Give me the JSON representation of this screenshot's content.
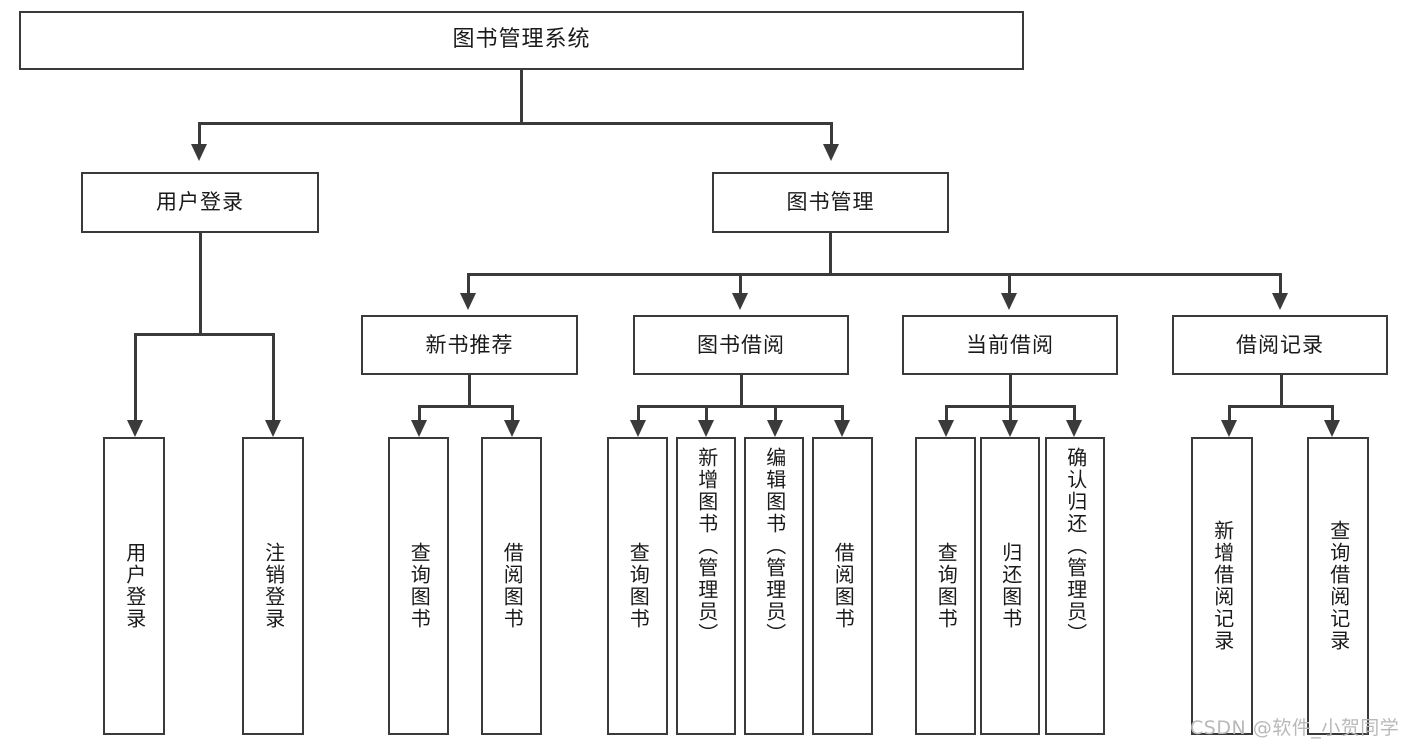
{
  "diagram": {
    "title": "图书管理系统",
    "type": "hierarchy-tree",
    "colors": {
      "stroke": "#3a3a3a",
      "fill": "#ffffff",
      "text": "#1a1a1a",
      "watermark": "#b9b9b9"
    }
  },
  "root": {
    "label": "图书管理系统"
  },
  "level1": [
    {
      "id": "user-login",
      "label": "用户登录"
    },
    {
      "id": "book-manage",
      "label": "图书管理"
    }
  ],
  "level2": [
    {
      "id": "new-book-recommend",
      "label": "新书推荐",
      "parent": "book-manage"
    },
    {
      "id": "book-borrow",
      "label": "图书借阅",
      "parent": "book-manage"
    },
    {
      "id": "current-borrow",
      "label": "当前借阅",
      "parent": "book-manage"
    },
    {
      "id": "borrow-record",
      "label": "借阅记录",
      "parent": "book-manage"
    }
  ],
  "leaves": {
    "user_login": [
      {
        "id": "leaf-user-login",
        "label": "用户登录"
      },
      {
        "id": "leaf-logout",
        "label": "注销登录"
      }
    ],
    "new_book_recommend": [
      {
        "id": "leaf-query-book-1",
        "label": "查询图书"
      },
      {
        "id": "leaf-borrow-book-1",
        "label": "借阅图书"
      }
    ],
    "book_borrow": [
      {
        "id": "leaf-query-book-2",
        "label": "查询图书"
      },
      {
        "id": "leaf-add-book",
        "label": "新增图书（管理员）"
      },
      {
        "id": "leaf-edit-book",
        "label": "编辑图书（管理员）"
      },
      {
        "id": "leaf-borrow-book-2",
        "label": "借阅图书"
      }
    ],
    "current_borrow": [
      {
        "id": "leaf-query-book-3",
        "label": "查询图书"
      },
      {
        "id": "leaf-return-book",
        "label": "归还图书"
      },
      {
        "id": "leaf-confirm-return",
        "label": "确认归还（管理员）"
      }
    ],
    "borrow_record": [
      {
        "id": "leaf-add-record",
        "label": "新增借阅记录"
      },
      {
        "id": "leaf-query-record",
        "label": "查询借阅记录"
      }
    ]
  },
  "watermark": {
    "text": "CSDN @软件_小贺同学"
  }
}
